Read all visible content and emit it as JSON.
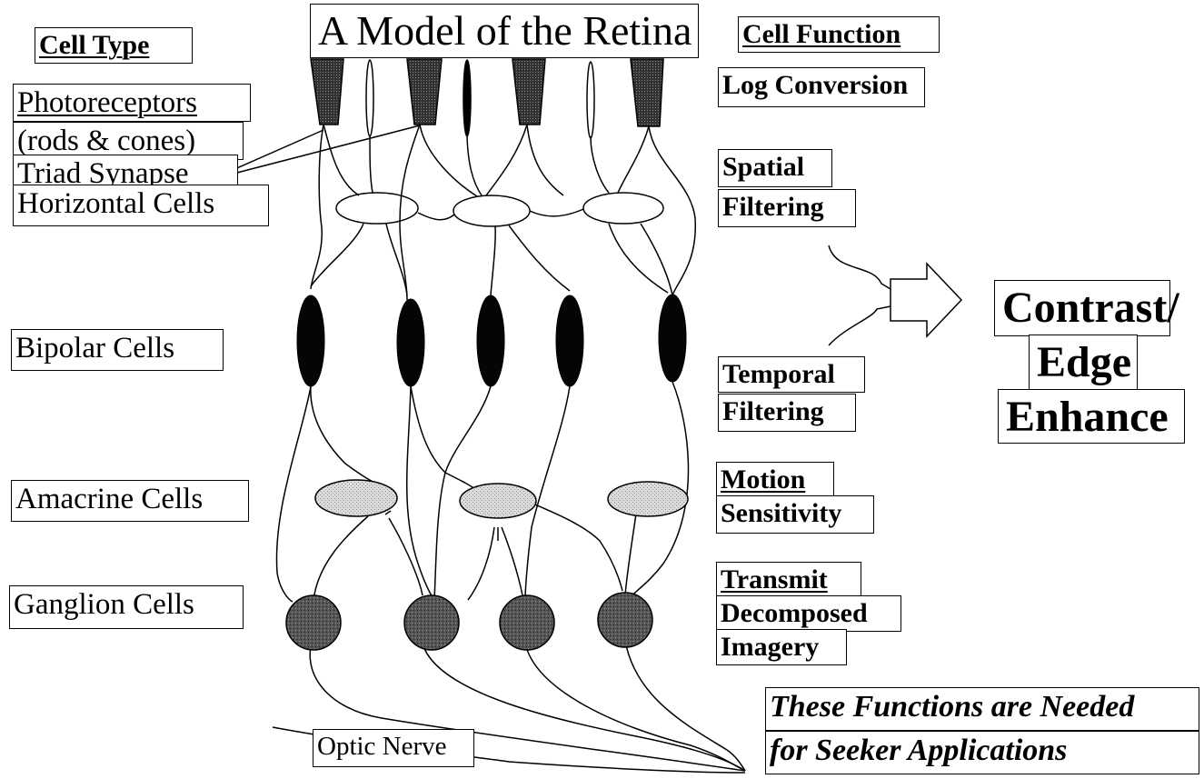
{
  "title": "A Model of the Retina",
  "headers": {
    "cell_type": "Cell Type",
    "cell_function": "Cell Function"
  },
  "cell_types": {
    "photoreceptors": "Photoreceptors",
    "rods_cones": "(rods & cones)",
    "triad_synapse": "Triad Synapse",
    "horizontal": "Horizontal Cells",
    "bipolar": "Bipolar Cells",
    "amacrine": "Amacrine Cells",
    "ganglion": "Ganglion Cells",
    "optic_nerve": "Optic Nerve"
  },
  "functions": {
    "log_conversion": "Log Conversion",
    "spatial": "Spatial",
    "spatial_filtering": "Filtering",
    "temporal": "Temporal",
    "temporal_filtering": "Filtering",
    "motion": "Motion",
    "sensitivity": "Sensitivity",
    "transmit": "Transmit",
    "decomposed": "Decomposed",
    "imagery": "Imagery"
  },
  "result": {
    "line1": "Contrast/",
    "line2": "Edge",
    "line3": "Enhance"
  },
  "note": {
    "line1": "These Functions are Needed",
    "line2": "for Seeker Applications"
  },
  "colors": {
    "ink": "#000000",
    "cone_fill": "#3a3a3a",
    "bipolar_fill": "#050505",
    "ganglion_fill": "#4a4a4a",
    "amacrine_fill": "#d8d8d8"
  }
}
